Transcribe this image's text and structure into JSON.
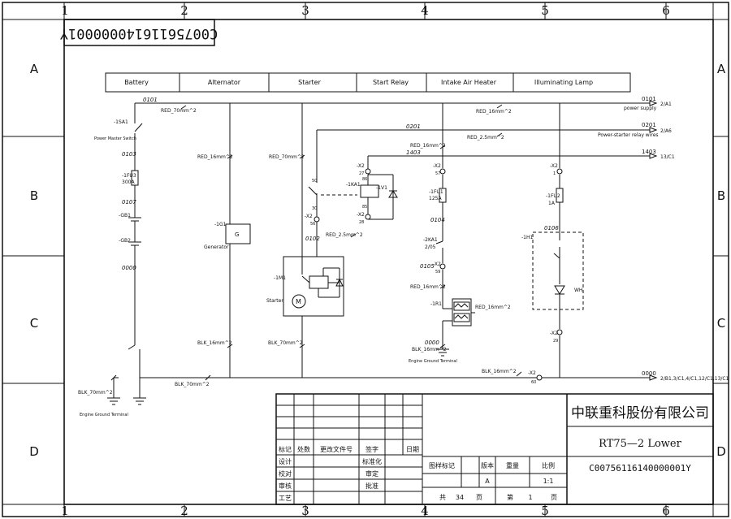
{
  "frame": {
    "columns": [
      "1",
      "2",
      "3",
      "4",
      "5",
      "6"
    ],
    "rows": [
      "A",
      "B",
      "C",
      "D"
    ],
    "stamp_code": "C00756116140000001Y"
  },
  "header_cells": [
    "Battery",
    "Alternator",
    "Starter",
    "Start Relay",
    "Intake Air Heater",
    "Illuminating Lamp"
  ],
  "wires": {
    "n0101": "0101",
    "n0201": "0201",
    "n1403": "1403",
    "n0103": "0103",
    "n0107": "0107",
    "n0000": "0000",
    "n0102": "0102",
    "n0104": "0104",
    "n0105": "0105",
    "n0106": "0106",
    "n0000b": "0000",
    "n0101r": "0101",
    "n0201r": "0201",
    "n1403r": "1403",
    "n0000r": "0000",
    "red70": "RED_70mm^2",
    "red16a": "RED_16mm^2",
    "red16b": "RED_16mm^2",
    "red70b": "RED_70mm^2",
    "red25a": "RED_2.5mm^2",
    "red25b": "RED_2.5mm^2",
    "red16c": "RED_16mm^2",
    "red16d": "RED_16mm^2",
    "red16e": "RED_16mm^2",
    "blk16a": "BLK_16mm^2",
    "blk70a": "BLK_70mm^2",
    "blk70b": "BLK_70mm^2",
    "blk16b": "BLK_16mm^2",
    "blk70c": "BLK_70mm^2",
    "blk16c": "BLK_16mm^2",
    "blk16d": "BLK_16mm^2"
  },
  "refs": {
    "r1": "2/A1",
    "r1t": "power supply",
    "r2": "2/A6",
    "r2t": "Power-starter relay wires",
    "r3": "13/C1",
    "r4": "2/B1,3/C1,4/C1,12/C1,13/C1"
  },
  "components": {
    "sa1": "-1SA1",
    "sa1t": "Power Master Switch",
    "fu3": "-1FU3",
    "fu3v": "300A",
    "gb1": "-GB1",
    "gb2": "-GB2",
    "g1": "-1G1",
    "g": "G",
    "gen": "Generator",
    "m1": "-1M1",
    "m": "M",
    "starter": "Starter",
    "ka1": "-1KA1",
    "v1": "-1V1",
    "x2a": "-X2",
    "p27": "27",
    "x2b": "-X2",
    "p28": "28",
    "x2c": "-X2",
    "p56": "56",
    "x2d": "-X2",
    "p57": "57",
    "fu1": "-1FU1",
    "fu1v": "125A",
    "ka2": "-2KA1",
    "ka2v": "2/05",
    "x2e": "-X2",
    "p59": "59",
    "r1c": "-1R1",
    "x2f": "-X2",
    "p1": "1",
    "fu2": "-1FU2",
    "fu2v": "1A",
    "h1": "-1H1",
    "wh": "WH",
    "x2g": "-X2",
    "p29": "29",
    "x2h": "-X2",
    "p60": "60",
    "egt1": "Engine Ground Terminal",
    "egt2": "Engine Ground Terminal",
    "k1": "50",
    "k2": "30",
    "k3": "86",
    "k4": "85"
  },
  "title_block": {
    "company": "中联重科股份有限公司",
    "model": "RT75—2 Lower",
    "drawing_no": "C00756116140000001Y",
    "rev_headers": [
      "标记",
      "处数",
      "更改文件号",
      "签字",
      "日期"
    ],
    "left_labels": [
      "设计",
      "校对",
      "审核",
      "工艺"
    ],
    "mid_labels": [
      "标准化",
      "审定",
      "批准"
    ],
    "sheet_headers": [
      "图样标记",
      "版本",
      "重量",
      "比例"
    ],
    "version": "A",
    "scale": "1:1",
    "total_label": "共",
    "total": "34",
    "page_unit": "页",
    "sheet_label": "第",
    "sheet": "1",
    "sheet_unit": "页"
  }
}
